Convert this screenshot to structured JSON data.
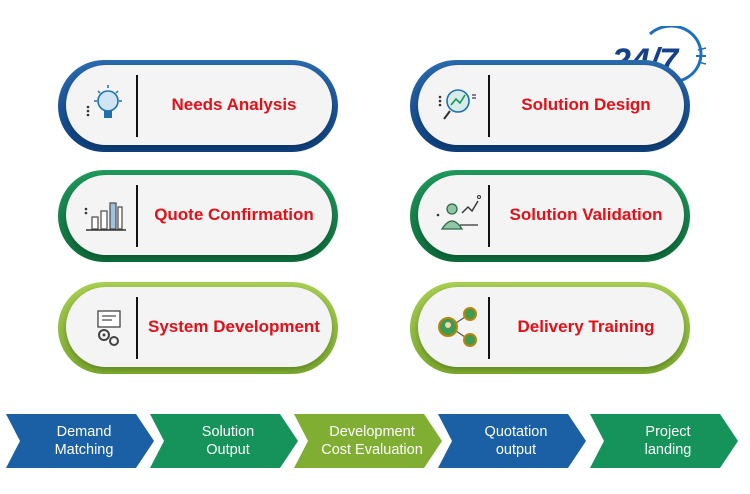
{
  "logo": {
    "text": "24/7"
  },
  "cards": [
    {
      "label": "Needs Analysis",
      "icon": "lightbulb-icon",
      "ring": "#1a5799"
    },
    {
      "label": "Solution Design",
      "icon": "chart-magnifier-icon",
      "ring": "#1a5799"
    },
    {
      "label": "Quote Confirmation",
      "icon": "bar-chart-icon",
      "ring": "#14854b"
    },
    {
      "label": "Solution Validation",
      "icon": "presenter-icon",
      "ring": "#14854b"
    },
    {
      "label": "System Development",
      "icon": "gears-document-icon",
      "ring": "#8dbb3a"
    },
    {
      "label": "Delivery Training",
      "icon": "user-network-icon",
      "ring": "#8dbb3a"
    }
  ],
  "steps": [
    {
      "line1": "Demand",
      "line2": "Matching",
      "color": "#1b5fa5"
    },
    {
      "line1": "Solution",
      "line2": "Output",
      "color": "#15935a"
    },
    {
      "line1": "Development",
      "line2": "Cost Evaluation",
      "color": "#7fae32"
    },
    {
      "line1": "Quotation",
      "line2": "output",
      "color": "#1b5fa5"
    },
    {
      "line1": "Project",
      "line2": "landing",
      "color": "#15935a"
    }
  ]
}
